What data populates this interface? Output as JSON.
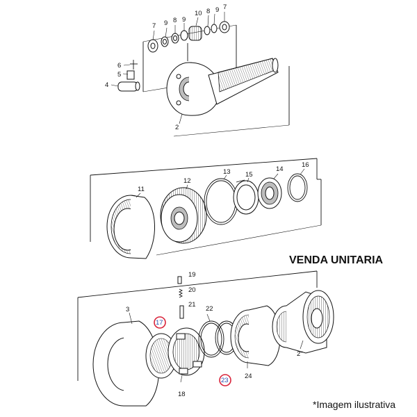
{
  "banner": "VENDA UNITARIA",
  "footnote": "*Imagem ilustrativa",
  "callouts": {
    "n2": "2",
    "n2b": "2\"",
    "n3": "3",
    "n4": "4",
    "n5": "5",
    "n6": "6",
    "n7a": "7",
    "n7b": "7",
    "n8a": "8",
    "n8b": "8",
    "n9a": "9",
    "n9b": "9",
    "n10": "10",
    "n11": "11",
    "n12": "12",
    "n13": "13",
    "n14": "14",
    "n15": "15",
    "n16": "16",
    "n17": "17",
    "n18": "18",
    "n19": "19",
    "n20": "20",
    "n21": "21",
    "n22": "22",
    "n23": "23",
    "n24": "24"
  },
  "highlight_color": "#d9233a"
}
